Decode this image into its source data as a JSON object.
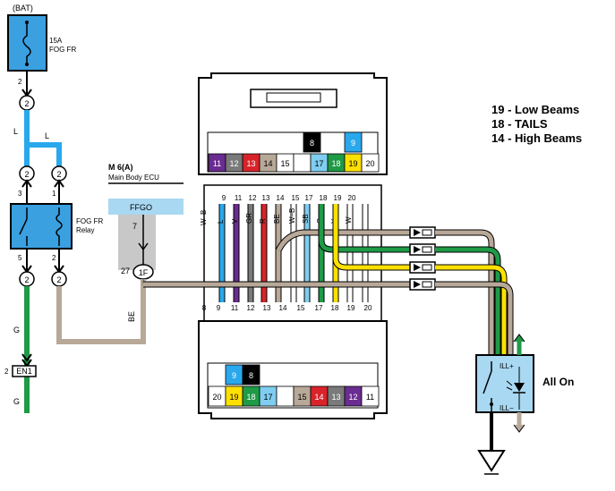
{
  "labels": {
    "bat": "(BAT)",
    "fuse_amp": "15A",
    "fuse_name": "FOG FR",
    "relay_name": "FOG FR",
    "relay_sub": "Relay",
    "ecu_title": "M 6(A)",
    "ecu_name": "Main Body ECU",
    "ecu_pin_name": "FFGO",
    "ecu_pin_no": "7",
    "ecu_conn_pin": "27",
    "ecu_conn_id": "1F",
    "en1": "EN1",
    "en1_pin": "2",
    "wire_L": "L",
    "wire_L2": "L",
    "wire_G": "G",
    "wire_G2": "G",
    "wire_BE": "BE",
    "ill_plus": "ILL+",
    "ill_minus": "ILL−",
    "all_on": "All On"
  },
  "legend": [
    "19 - Low Beams",
    "18 - TAILS",
    "14 - High Beams"
  ],
  "connector_pins": {
    "c1": "2",
    "c2": "2",
    "c3": "2",
    "c4": "2",
    "c5": "2",
    "relay_3": "3",
    "relay_1": "1",
    "relay_5": "5",
    "relay_2": "2",
    "fuse_2": "2"
  },
  "top_connector": {
    "cells": [
      "11",
      "12",
      "13",
      "14",
      "15",
      "",
      "17",
      "18",
      "19",
      "20"
    ],
    "upper": [
      "8",
      "9"
    ]
  },
  "bottom_connector": {
    "cells": [
      "20",
      "19",
      "18",
      "17",
      "",
      "15",
      "14",
      "13",
      "12",
      "11"
    ],
    "upper": [
      "9",
      "8"
    ]
  },
  "wire_column": {
    "top_numbers": [
      "9",
      "11",
      "12",
      "13",
      "14",
      "15",
      "17",
      "18",
      "19",
      "20"
    ],
    "bottom_numbers": [
      "8",
      "9",
      "11",
      "12",
      "13",
      "14",
      "15",
      "17",
      "18",
      "19",
      "20"
    ],
    "left_8": "8",
    "codes": [
      "W–B",
      "L",
      "V",
      "GR",
      "R",
      "BE",
      "W–B",
      "SB",
      "G",
      "Y",
      "W"
    ]
  }
}
